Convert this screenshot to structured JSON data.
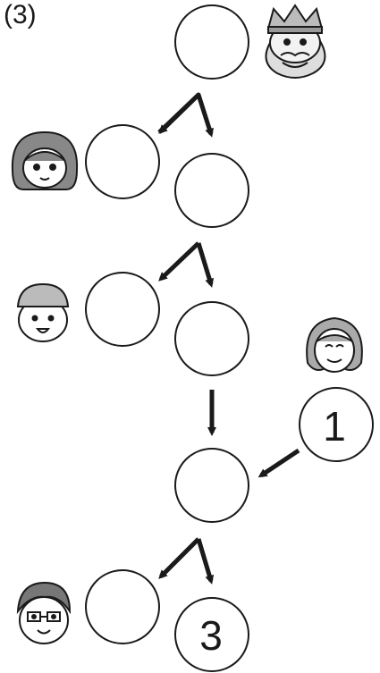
{
  "problem_label": "(3)",
  "circles": [
    {
      "id": "top",
      "value": ""
    },
    {
      "id": "row1-left",
      "value": ""
    },
    {
      "id": "row1-right",
      "value": ""
    },
    {
      "id": "row2-left",
      "value": ""
    },
    {
      "id": "row2-right",
      "value": ""
    },
    {
      "id": "side-right",
      "value": "1"
    },
    {
      "id": "middle",
      "value": ""
    },
    {
      "id": "bottom-left",
      "value": ""
    },
    {
      "id": "bottom-right",
      "value": "3"
    }
  ],
  "figures": [
    "king-icon",
    "girl-icon",
    "boy-cap-icon",
    "grandmother-icon",
    "man-glasses-icon"
  ]
}
